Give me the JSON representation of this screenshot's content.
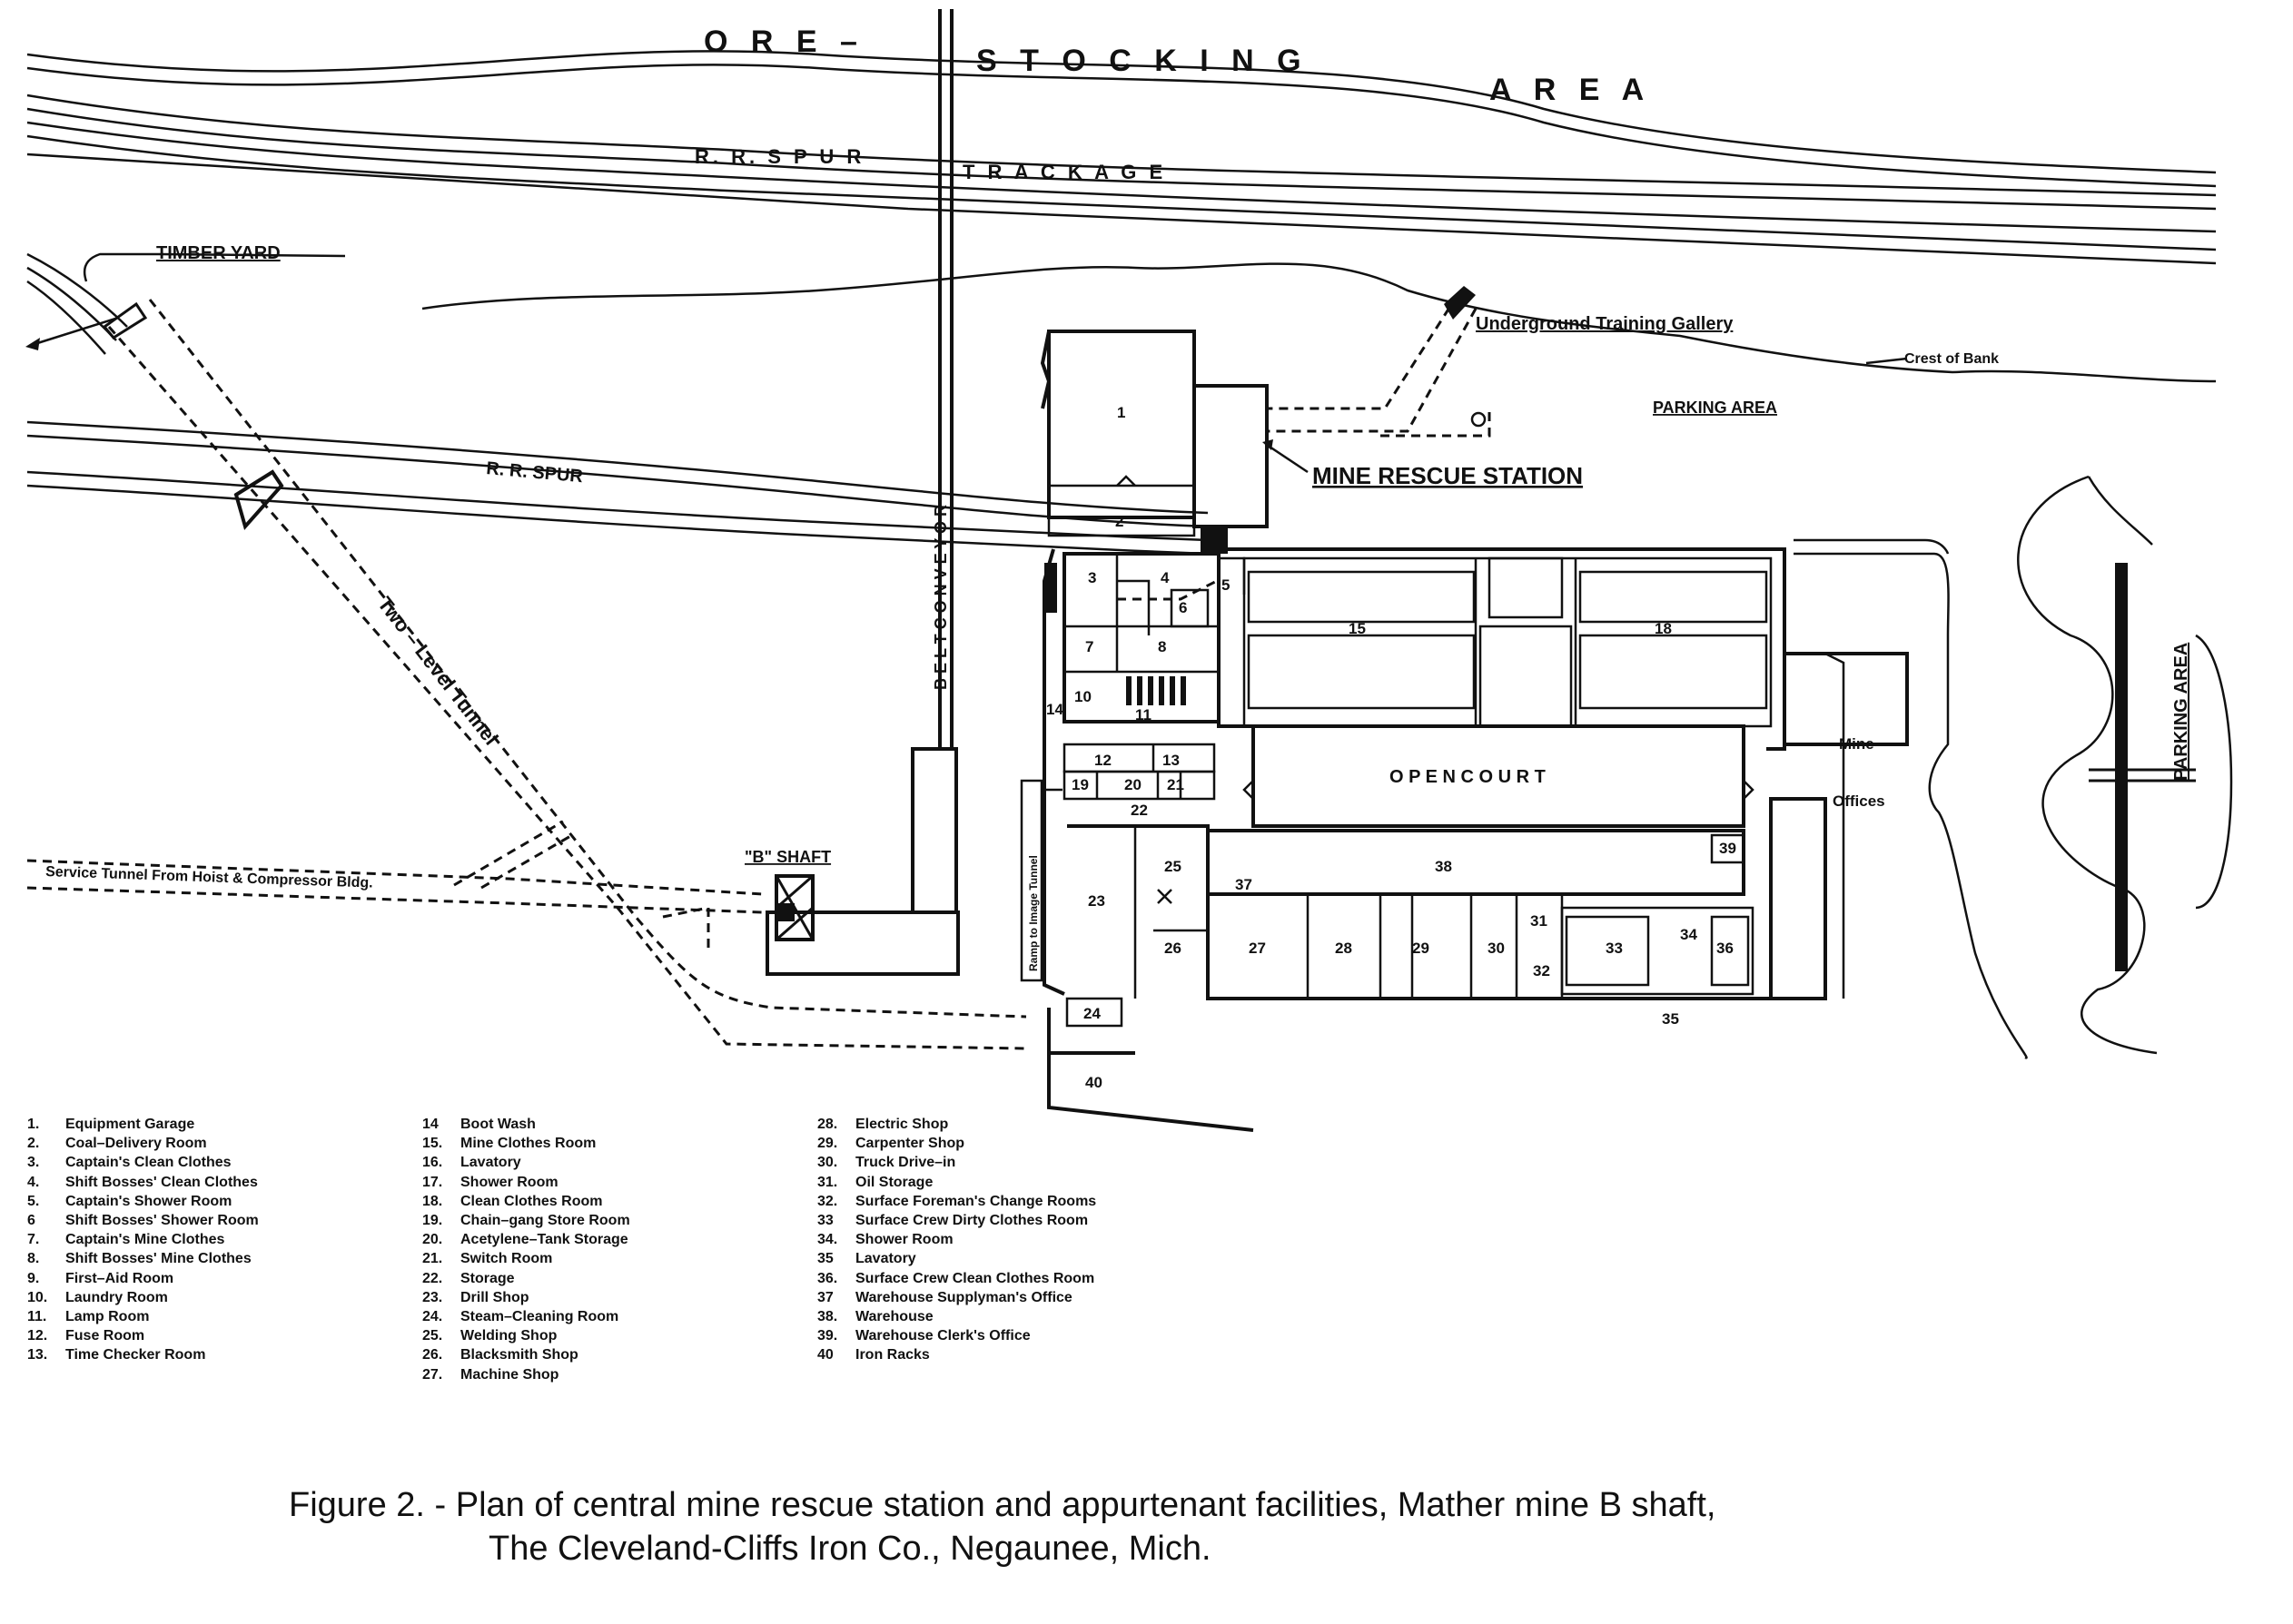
{
  "labels": {
    "ore": "O R E  –",
    "stocking": "S T O C K I N G",
    "area": "A R E A",
    "rr_spur_top": "R. R.   S P U R",
    "trackage": "T R A C K A G E",
    "timber_yard": "TIMBER YARD",
    "rr_spur_mid": "R. R.   SPUR",
    "belt_conveyor": "B E L T    C O N V E Y O R",
    "two_level_tunnel": "Two – Level    Tunnel",
    "b_shaft": "\"B\" SHAFT",
    "service_tunnel": "Service Tunnel From Hoist & Compressor Bldg.",
    "ramp": "Ramp to Image Tunnel",
    "training_gallery": "Underground Training Gallery",
    "crest_of_bank": "Crest of Bank",
    "parking_area_top": "PARKING AREA",
    "mine_rescue_station": "MINE RESCUE STATION",
    "open_court": "O P E N    C O U R T",
    "mine_offices_1": "Mine",
    "mine_offices_2": "Offices",
    "parking_area_right": "PARKING AREA"
  },
  "rooms": {
    "r1": "1",
    "r2": "2",
    "r3": "3",
    "r4": "4",
    "r5": "5",
    "r6": "6",
    "r7": "7",
    "r8": "8",
    "r10": "10",
    "r11": "11",
    "r12": "12",
    "r13": "13",
    "r14": "14",
    "r15": "15",
    "r18": "18",
    "r19": "19",
    "r20": "20",
    "r21": "21",
    "r22": "22",
    "r23": "23",
    "r24": "24",
    "r25": "25",
    "r26": "26",
    "r27": "27",
    "r28": "28",
    "r29": "29",
    "r30": "30",
    "r31": "31",
    "r32": "32",
    "r33": "33",
    "r34": "34",
    "r35": "35",
    "r36": "36",
    "r37": "37",
    "r38": "38",
    "r39": "39",
    "r40": "40"
  },
  "legend": [
    {
      "num": "1.",
      "text": "Equipment Garage"
    },
    {
      "num": "2.",
      "text": "Coal–Delivery Room"
    },
    {
      "num": "3.",
      "text": "Captain's Clean Clothes"
    },
    {
      "num": "4.",
      "text": "Shift Bosses' Clean Clothes"
    },
    {
      "num": "5.",
      "text": "Captain's Shower Room"
    },
    {
      "num": "6",
      "text": "Shift Bosses' Shower Room"
    },
    {
      "num": "7.",
      "text": "Captain's Mine Clothes"
    },
    {
      "num": "8.",
      "text": "Shift Bosses' Mine Clothes"
    },
    {
      "num": "9.",
      "text": "First–Aid Room"
    },
    {
      "num": "10.",
      "text": "Laundry Room"
    },
    {
      "num": "11.",
      "text": "Lamp Room"
    },
    {
      "num": "12.",
      "text": "Fuse Room"
    },
    {
      "num": "13.",
      "text": "Time Checker Room"
    },
    {
      "num": "14",
      "text": "Boot Wash"
    },
    {
      "num": "15.",
      "text": "Mine Clothes Room"
    },
    {
      "num": "16.",
      "text": "Lavatory"
    },
    {
      "num": "17.",
      "text": "Shower Room"
    },
    {
      "num": "18.",
      "text": "Clean Clothes Room"
    },
    {
      "num": "19.",
      "text": "Chain–gang Store Room"
    },
    {
      "num": "20.",
      "text": "Acetylene–Tank Storage"
    },
    {
      "num": "21.",
      "text": "Switch Room"
    },
    {
      "num": "22.",
      "text": "Storage"
    },
    {
      "num": "23.",
      "text": "Drill Shop"
    },
    {
      "num": "24.",
      "text": "Steam–Cleaning Room"
    },
    {
      "num": "25.",
      "text": "Welding Shop"
    },
    {
      "num": "26.",
      "text": "Blacksmith Shop"
    },
    {
      "num": "27.",
      "text": "Machine Shop"
    },
    {
      "num": "28.",
      "text": "Electric Shop"
    },
    {
      "num": "29.",
      "text": "Carpenter Shop"
    },
    {
      "num": "30.",
      "text": "Truck Drive–in"
    },
    {
      "num": "31.",
      "text": "Oil Storage"
    },
    {
      "num": "32.",
      "text": "Surface Foreman's Change Rooms"
    },
    {
      "num": "33",
      "text": "Surface Crew Dirty Clothes Room"
    },
    {
      "num": "34.",
      "text": "Shower Room"
    },
    {
      "num": "35",
      "text": "Lavatory"
    },
    {
      "num": "36.",
      "text": "Surface Crew Clean Clothes Room"
    },
    {
      "num": "37",
      "text": "Warehouse Supplyman's Office"
    },
    {
      "num": "38.",
      "text": "Warehouse"
    },
    {
      "num": "39.",
      "text": "Warehouse Clerk's Office"
    },
    {
      "num": "40",
      "text": "Iron Racks"
    }
  ],
  "caption": {
    "line1": "Figure 2. - Plan of central mine rescue station and appurtenant facilities, Mather mine B shaft,",
    "line2": "The Cleveland-Cliffs Iron Co., Negaunee, Mich."
  }
}
